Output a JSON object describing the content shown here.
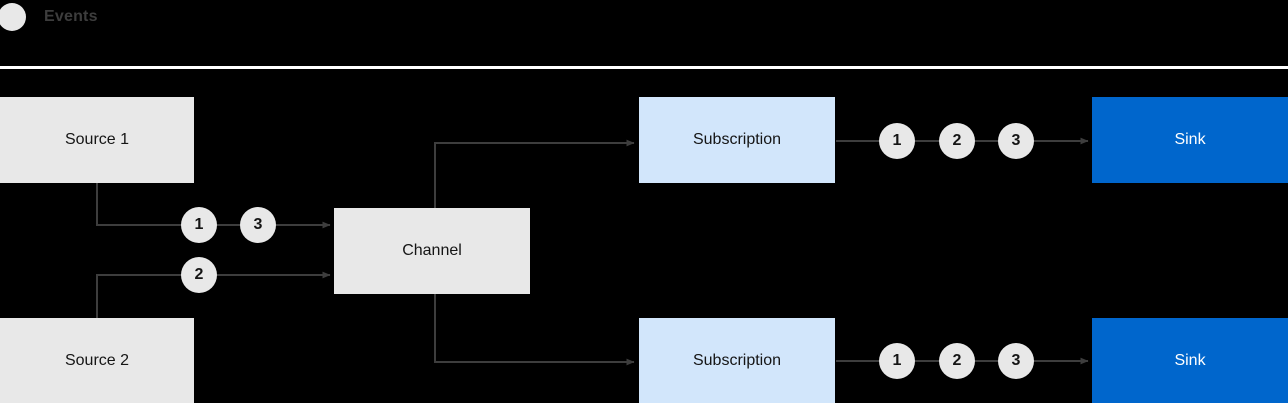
{
  "legend": {
    "label": "Events",
    "marker_color": "#e8e8e8"
  },
  "colors": {
    "background": "#000000",
    "divider": "#ffffff",
    "grey_box": "#e8e8e8",
    "light_blue_box": "#d2e6fb",
    "sink_blue": "#0066cc",
    "arrow": "#3d3d3d",
    "text_dark": "#151515",
    "text_light": "#ffffff"
  },
  "nodes": {
    "source1": {
      "label": "Source 1"
    },
    "source2": {
      "label": "Source 2"
    },
    "channel": {
      "label": "Channel"
    },
    "subscription_top": {
      "label": "Subscription"
    },
    "subscription_bottom": {
      "label": "Subscription"
    },
    "sink_top": {
      "label": "Sink"
    },
    "sink_bottom": {
      "label": "Sink"
    }
  },
  "badges": {
    "source1_to_channel": [
      "1",
      "3"
    ],
    "source2_to_channel": [
      "2"
    ],
    "subscription_top_to_sink": [
      "1",
      "2",
      "3"
    ],
    "subscription_bottom_to_sink": [
      "1",
      "2",
      "3"
    ]
  }
}
